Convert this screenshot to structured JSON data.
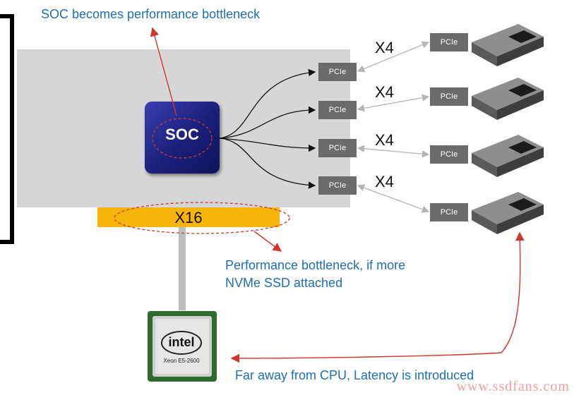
{
  "captions": {
    "soc_bottleneck": "SOC becomes performance bottleneck",
    "x16_line1": "Performance bottleneck, if more",
    "x16_line2": "NVMe SSD attached",
    "latency": "Far away from CPU, Latency is introduced"
  },
  "soc": {
    "label": "SOC"
  },
  "slot": {
    "label": "X16"
  },
  "pcie_label": "PCIe",
  "lane_label": "X4",
  "cpu": {
    "brand": "intel",
    "model": "Xeon E5-2600"
  },
  "ssd": {
    "count": 4
  },
  "watermark": "www.ssdfans.com",
  "colors": {
    "caption": "#1f6fb2",
    "arrow_red": "#d0342c",
    "slot": "#f7b50c",
    "soc": "#1a1f7a",
    "pcie": "#6b6b6b"
  }
}
